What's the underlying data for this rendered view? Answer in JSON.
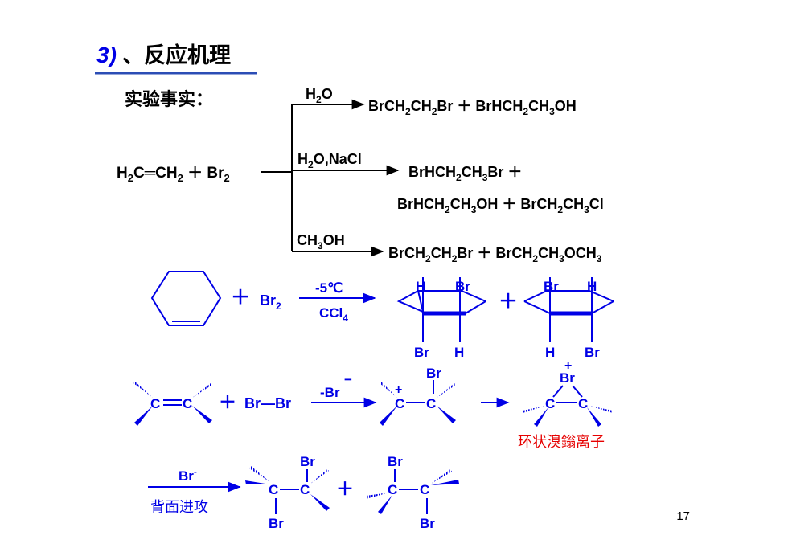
{
  "slide": {
    "title_num": "3)",
    "title_text": "、反应机理",
    "facts_label": "实验事实：",
    "page_number": "17"
  },
  "reactions": {
    "reactant": "H2C=CH2 + Br2",
    "cond1": "H2O",
    "prod1": "BrCH2CH2Br ＋ BrHCH2CH3OH",
    "cond2": "H2O,NaCl",
    "prod2a": "BrHCH2CH3Br ＋",
    "prod2b": "BrHCH2CH3OH ＋ BrCH2CH3Cl",
    "cond3": "CH3OH",
    "prod3": "BrCH2CH2Br ＋ BrCH2CH3OCH3"
  },
  "cyclohexene": {
    "plus": "＋",
    "reagent": "Br2",
    "temp": "-5℃",
    "solvent": "CCl4",
    "p1_top_left": "H",
    "p1_top_right": "Br",
    "p1_bottom_left": "Br",
    "p1_bottom_right": "H",
    "p2_top_left": "Br",
    "p2_top_right": "H",
    "p2_bottom_left": "H",
    "p2_bottom_right": "Br"
  },
  "mechanism": {
    "reagent": "Br—Br",
    "loss": "-Br",
    "minus": "−",
    "plus_sign": "+",
    "br": "Br",
    "c": "C",
    "bromonium_label": "环状溴鎓离子",
    "attack_reagent": "Br",
    "attack_label": "背面进攻"
  },
  "colors": {
    "blue": "#0000E6",
    "red": "#E60000",
    "underline": "#2B4DB5",
    "black": "#000000"
  }
}
